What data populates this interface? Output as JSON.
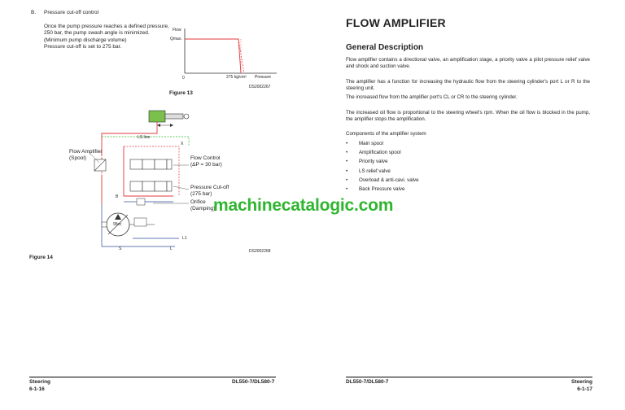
{
  "left_page": {
    "section_letter": "B.",
    "section_title": "Pressure cut-off control",
    "section_lines": [
      "Once the pump pressure reaches a defined pressure,",
      "250 bar, the pump swash angle is minimized.",
      "(Minimum pump discharge volume)",
      "Pressure cut-off is set to 275 bar."
    ],
    "graph": {
      "y_label": "Flow",
      "y_max_label": "Qmax.",
      "origin_label": "0",
      "x_tick_label": "275 kg/cm²",
      "x_label": "Pressure",
      "doc_code": "DS2002267",
      "caption": "Figure 13"
    },
    "schematic": {
      "ls_line": "LS line",
      "x_port": "X",
      "flow_amp_label": [
        "Flow Amplifier",
        "(Spool)"
      ],
      "flow_control_label": [
        "Flow Control",
        "(ΔP = 30 bar)"
      ],
      "cutoff_label": [
        "Pressure Cut-off",
        "(275 bar)"
      ],
      "orifice_label": [
        "Orifice",
        "(Damping)"
      ],
      "b_port": "B",
      "l1_port": "L1",
      "s_port": "S",
      "l_port": "L",
      "pump_label": "95cc",
      "doc_code": "DS2002268",
      "caption": "Figure 14"
    },
    "footer_left_top": "Steering",
    "footer_left_bottom": "6-1-16",
    "footer_model": "DL550-7/DL580-7"
  },
  "right_page": {
    "title": "FLOW AMPLIFIER",
    "subtitle": "General Description",
    "paragraphs": [
      "Flow amplifier contains a directional valve, an amplification stage, a priority valve a pilot pressure relief valve and shock and suction valve.",
      "The amplifier has a function for increasing the hydraulic flow from the steering cylinder's port L or R to the steering unit.",
      "The increased flow from the amplifier port's CL or CR to the steering cylinder.",
      "The increased oil flow is proportional to the steering wheel's rpm. When the oil flow is blocked in the pump, the amplifier stops the amplification.",
      "Components of the amplifier system"
    ],
    "bullet_char": "•",
    "components": [
      "Main spool",
      "Amplification spool",
      "Priority valve",
      "LS relief valve",
      "Overload & anti-cavi. valve",
      "Back Pressure valve"
    ],
    "footer_model": "DL550-7/DL580-7",
    "footer_right_top": "Steering",
    "footer_right_bottom": "6-1-17"
  },
  "watermark": "machinecatalogic.com",
  "colors": {
    "accent_red": "#e0383c",
    "accent_green": "#2fb52f",
    "line_blue": "#2d4d9a",
    "text": "#222222"
  }
}
